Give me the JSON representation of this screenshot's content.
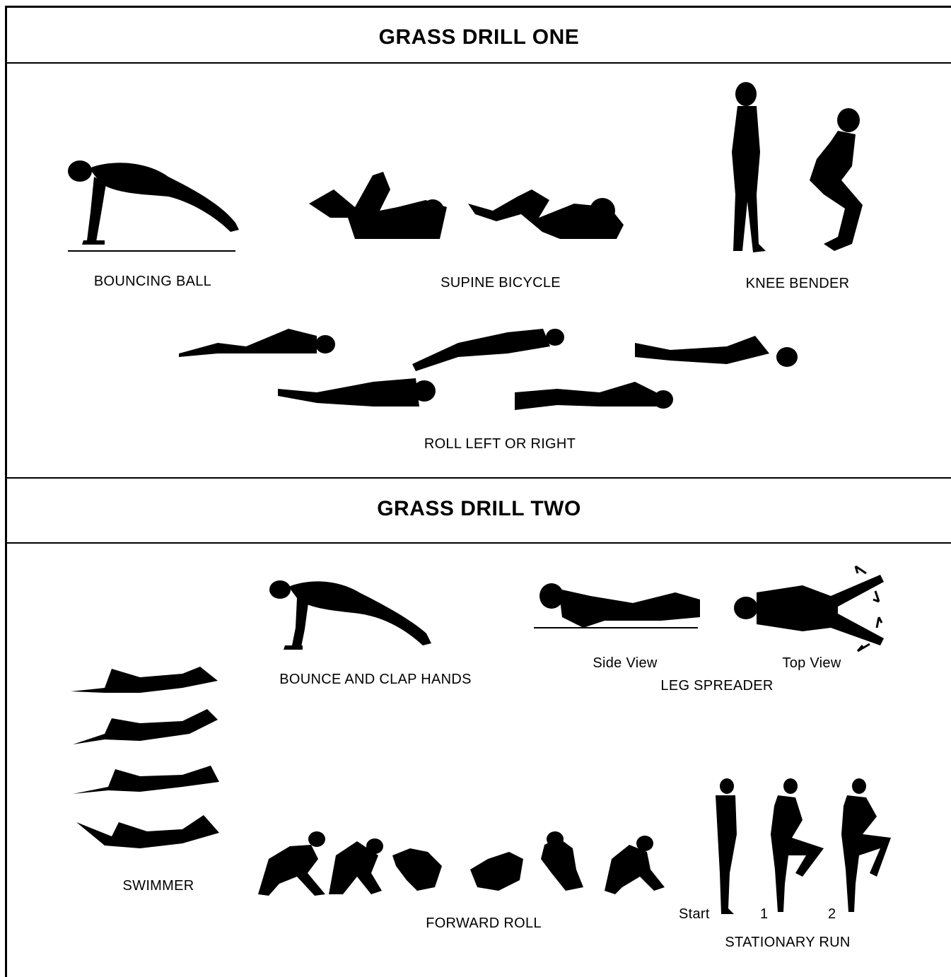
{
  "drill_one": {
    "title": "GRASS DRILL ONE",
    "exercises": {
      "bouncing_ball": "BOUNCING BALL",
      "supine_bicycle": "SUPINE BICYCLE",
      "knee_bender": "KNEE BENDER",
      "roll": "ROLL LEFT OR RIGHT"
    }
  },
  "drill_two": {
    "title": "GRASS DRILL TWO",
    "exercises": {
      "bounce_clap": "BOUNCE AND CLAP HANDS",
      "leg_spreader": "LEG SPREADER",
      "side_view": "Side View",
      "top_view": "Top View",
      "swimmer": "SWIMMER",
      "forward_roll": "FORWARD ROLL",
      "stationary_run": "STATIONARY RUN",
      "run_start": "Start",
      "run_step_1": "1",
      "run_step_2": "2"
    }
  }
}
